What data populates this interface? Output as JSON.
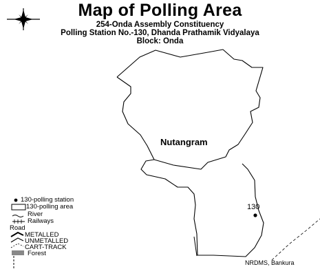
{
  "map": {
    "title": "Map of Polling Area",
    "constituency": "254-Onda Assembly Constituency",
    "polling_station": "Polling Station No.-130, Dhanda Prathamik Vidyalaya",
    "block": "Block: Onda",
    "place_label": "Nutangram",
    "station_label": "130",
    "credit": "NRDMS, Bankura"
  },
  "legend": {
    "polling_station": "130-polling station",
    "polling_area": "130-polling area",
    "river": "River",
    "railways": "Railways",
    "road_heading": "Road",
    "metalled": "METALLED",
    "unmetalled": "UNMETALLED",
    "cart_track": "CART-TRACK",
    "forest": "Forest"
  },
  "icons": [
    "compass-rose-icon"
  ],
  "colors": {
    "ink": "#000000",
    "forest_fill": "#888888"
  }
}
